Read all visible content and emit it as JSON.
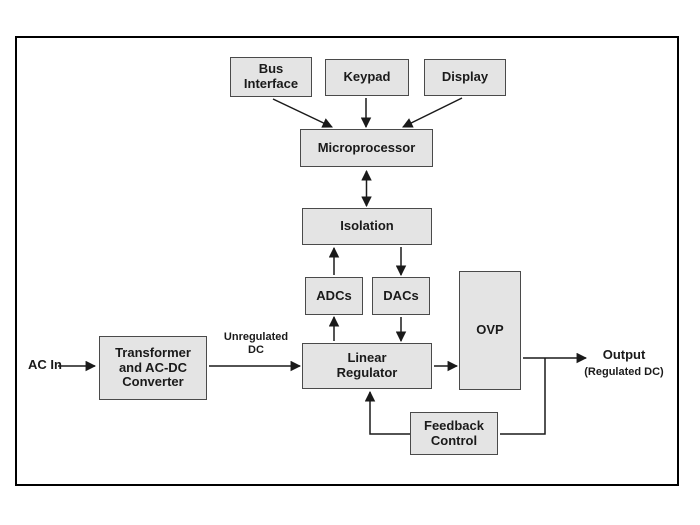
{
  "diagram": {
    "boxes": {
      "bus_interface": "Bus\nInterface",
      "keypad": "Keypad",
      "display": "Display",
      "microprocessor": "Microprocessor",
      "isolation": "Isolation",
      "adcs": "ADCs",
      "dacs": "DACs",
      "ovp": "OVP",
      "linear_regulator": "Linear\nRegulator",
      "transformer": "Transformer\nand AC-DC\nConverter",
      "feedback_control": "Feedback\nControl"
    },
    "labels": {
      "ac_in": "AC In",
      "unregulated_dc": "Unregulated\nDC",
      "output": "Output",
      "output_note": "(Regulated DC)"
    },
    "colors": {
      "box_fill": "#e4e4e4",
      "box_border": "#4a4a4a",
      "line": "#1a1a1a",
      "frame_border": "#000000"
    }
  }
}
